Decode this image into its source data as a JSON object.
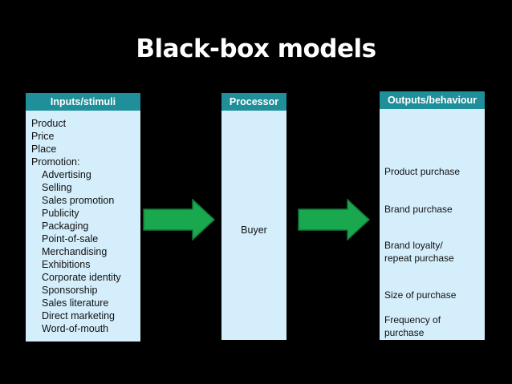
{
  "slide": {
    "title": "Black-box models"
  },
  "inputs": {
    "header": "Inputs/stimuli",
    "items": [
      {
        "label": "Product",
        "indent": false
      },
      {
        "label": "Price",
        "indent": false
      },
      {
        "label": "Place",
        "indent": false
      },
      {
        "label": "Promotion:",
        "indent": false
      },
      {
        "label": "Advertising",
        "indent": true
      },
      {
        "label": "Selling",
        "indent": true
      },
      {
        "label": "Sales promotion",
        "indent": true
      },
      {
        "label": "Publicity",
        "indent": true
      },
      {
        "label": "Packaging",
        "indent": true
      },
      {
        "label": "Point-of-sale",
        "indent": true
      },
      {
        "label": "Merchandising",
        "indent": true
      },
      {
        "label": "Exhibitions",
        "indent": true
      },
      {
        "label": "Corporate identity",
        "indent": true
      },
      {
        "label": "Sponsorship",
        "indent": true
      },
      {
        "label": "Sales literature",
        "indent": true
      },
      {
        "label": "Direct marketing",
        "indent": true
      },
      {
        "label": "Word-of-mouth",
        "indent": true
      }
    ]
  },
  "processor": {
    "header": "Processor",
    "label": "Buyer"
  },
  "outputs": {
    "header": "Outputs/behaviour",
    "items": [
      {
        "line1": "Product purchase",
        "line2": ""
      },
      {
        "line1": "Brand purchase",
        "line2": ""
      },
      {
        "line1": "Brand loyalty/",
        "line2": "repeat purchase"
      },
      {
        "line1": "Size of purchase",
        "line2": ""
      },
      {
        "line1": "Frequency of",
        "line2": "purchase"
      }
    ]
  },
  "colors": {
    "background": "#000000",
    "header_fill": "#1f8f9a",
    "panel_fill": "#d4eefb",
    "arrow_fill": "#1aa84f",
    "arrow_stroke": "#14733a"
  }
}
